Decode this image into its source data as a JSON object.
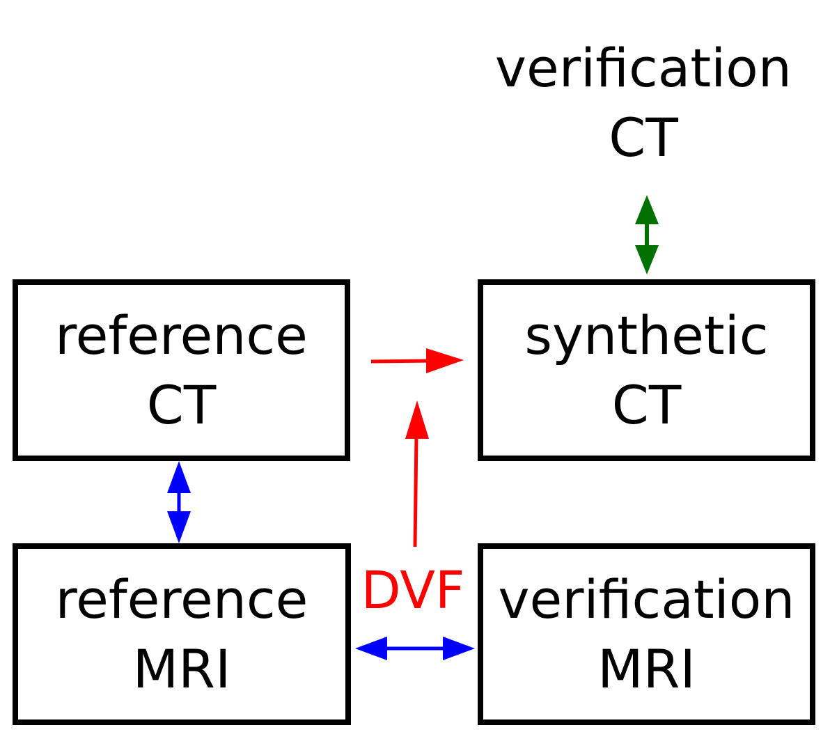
{
  "boxes": {
    "verification_ct": {
      "line1": "verification",
      "line2": "CT",
      "border_style": "dashed"
    },
    "reference_ct": {
      "line1": "reference",
      "line2": "CT",
      "border_style": "solid"
    },
    "synthetic_ct": {
      "line1": "synthetic",
      "line2": "CT",
      "border_style": "solid"
    },
    "reference_mri": {
      "line1": "reference",
      "line2": "MRI",
      "border_style": "solid"
    },
    "verification_mri": {
      "line1": "verification",
      "line2": "MRI",
      "border_style": "solid"
    }
  },
  "labels": {
    "dvf": "DVF"
  },
  "arrows": [
    {
      "from": "reference_ct",
      "to": "synthetic_ct",
      "direction": "one-way",
      "color": "#ff0000"
    },
    {
      "from": "dvf",
      "to": "synthetic_ct",
      "direction": "one-way",
      "color": "#ff0000"
    },
    {
      "from": "verification_ct",
      "to": "synthetic_ct",
      "direction": "two-way",
      "color": "#007000"
    },
    {
      "from": "reference_ct",
      "to": "reference_mri",
      "direction": "two-way",
      "color": "#0000ff"
    },
    {
      "from": "reference_mri",
      "to": "verification_mri",
      "direction": "two-way",
      "color": "#0000ff"
    }
  ],
  "colors": {
    "box_border": "#000000",
    "text": "#000000",
    "dvf_text": "#ff0000",
    "dvf_arrow": "#ff0000",
    "mri_link": "#0000ff",
    "ct_link": "#007000"
  }
}
